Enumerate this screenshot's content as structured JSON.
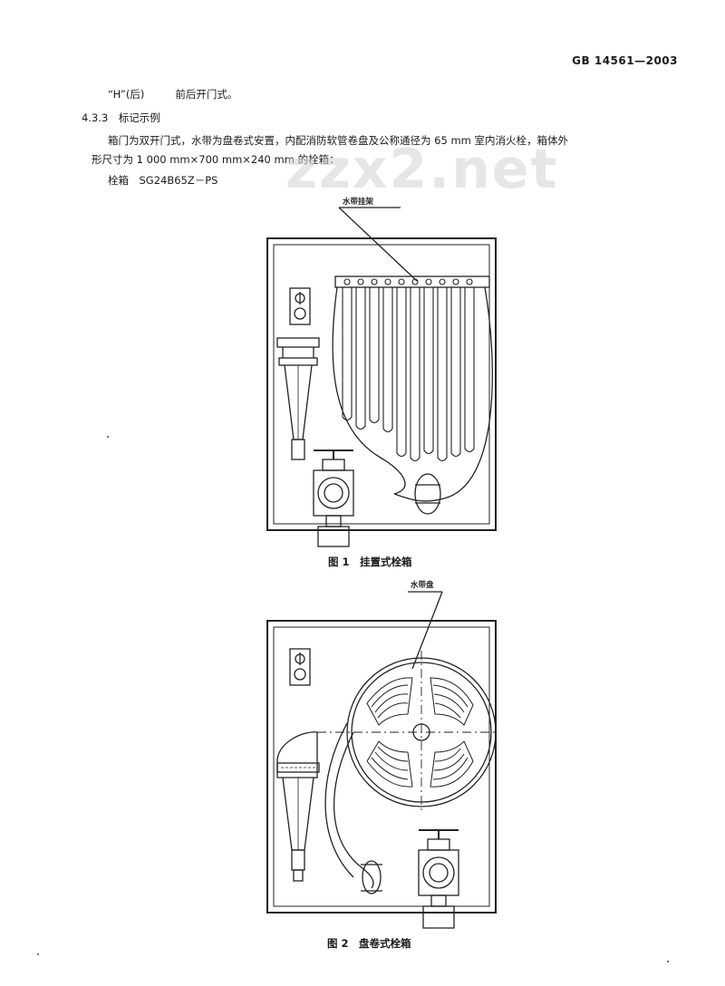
{
  "header": {
    "standard_number": "GB 14561—2003"
  },
  "text": {
    "line1_a": "“H”(后)",
    "line1_b": "前后开门式。",
    "section": "4.3.3　标记示例",
    "para_line1": "箱门为双开门式，水带为盘卷式安置，内配消防软管卷盘及公称通径为 65 mm 室内消火栓，箱体外",
    "para_line2": "形尺寸为 1 000 mm×700 mm×240 mm 的栓箱：",
    "mark": "栓箱　SG24B65Z－PS"
  },
  "watermark": "zzx2.net",
  "figures": [
    {
      "label": "水带挂架",
      "caption": "图 1　挂置式栓箱"
    },
    {
      "label": "水带盘",
      "caption": "图 2　盘卷式栓箱"
    }
  ]
}
